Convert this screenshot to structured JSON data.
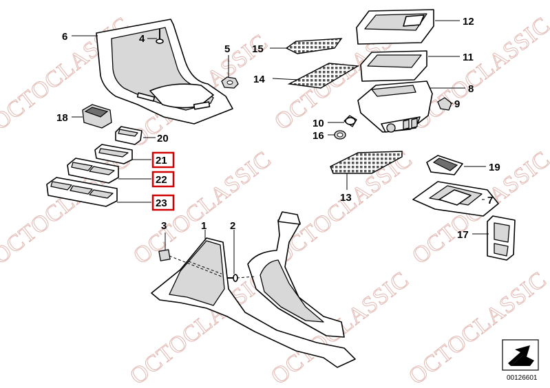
{
  "watermark_text": "OCTOCLASSIC",
  "diagram_id": "00126601",
  "highlight_color": "#d00000",
  "watermark_color": "#e2b8b2",
  "callouts": {
    "n1": "1",
    "n2": "2",
    "n3": "3",
    "n5": "5",
    "n6": "6",
    "n4": "4",
    "n7": "7",
    "n8": "8",
    "n9": "9",
    "n10": "10",
    "n11": "11",
    "n12": "12",
    "n13": "13",
    "n14": "14",
    "n15": "15",
    "n16": "16",
    "n17": "17",
    "n18": "18",
    "n19": "19",
    "n20": "20",
    "n21": "21",
    "n22": "22",
    "n23": "23"
  }
}
